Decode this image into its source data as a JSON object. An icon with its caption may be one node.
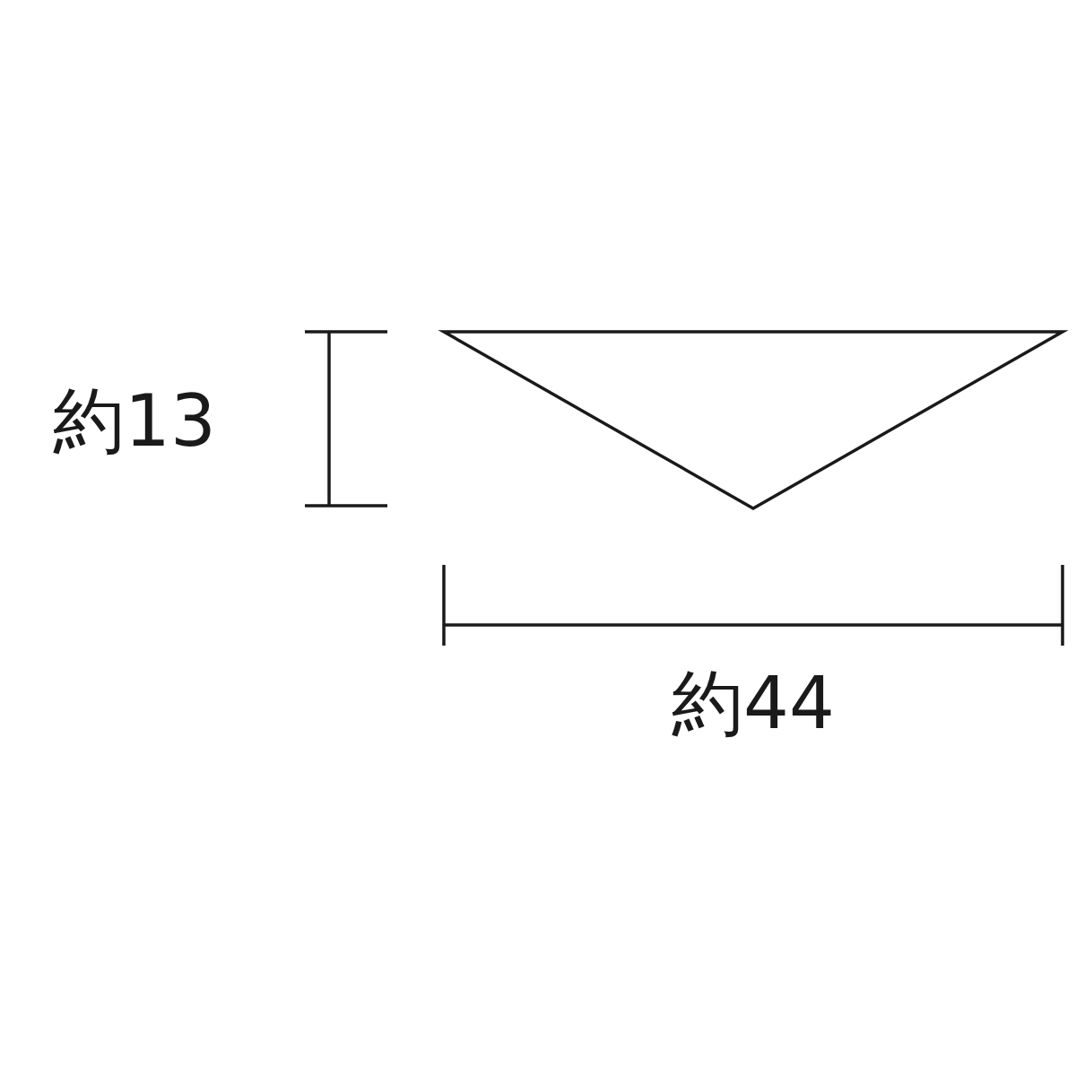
{
  "diagram": {
    "nodes": [
      {
        "text": [],
        "shape": "triangle"
      }
    ],
    "labels": [
      "約13",
      "約44"
    ]
  }
}
